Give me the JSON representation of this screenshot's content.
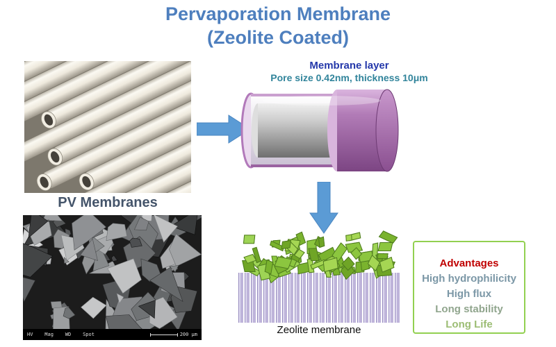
{
  "title": {
    "line1": "Pervaporation Membrane",
    "line2": "(Zeolite Coated)"
  },
  "labels": {
    "pv_membranes": "PV Membranes",
    "zeolite": "Zeolite membrane"
  },
  "membrane": {
    "line1": "Membrane layer",
    "line2": "Pore size 0.42nm, thickness 10μm"
  },
  "advantages": {
    "title": "Advantages",
    "items": [
      {
        "label": "High hydrophilicity",
        "color": "#7b97a6"
      },
      {
        "label": "High flux",
        "color": "#7b97a6"
      },
      {
        "label": "Long stability",
        "color": "#90a58d"
      },
      {
        "label": "Long Life",
        "color": "#9cbd74"
      }
    ]
  },
  "sem": {
    "meta": "HV    Mag    WD    Spot",
    "scale": "200 μm"
  },
  "icons": {
    "arrow_right": "arrow-right-icon",
    "arrow_down": "arrow-down-icon"
  },
  "colors": {
    "title": "#4e7fbe",
    "membrane_label": "#2438aa",
    "pore_text": "#31849b",
    "pv_label": "#44546a",
    "advantages_title": "#c00000",
    "box_border": "#92d050",
    "arrow": "#5b9bd5"
  }
}
